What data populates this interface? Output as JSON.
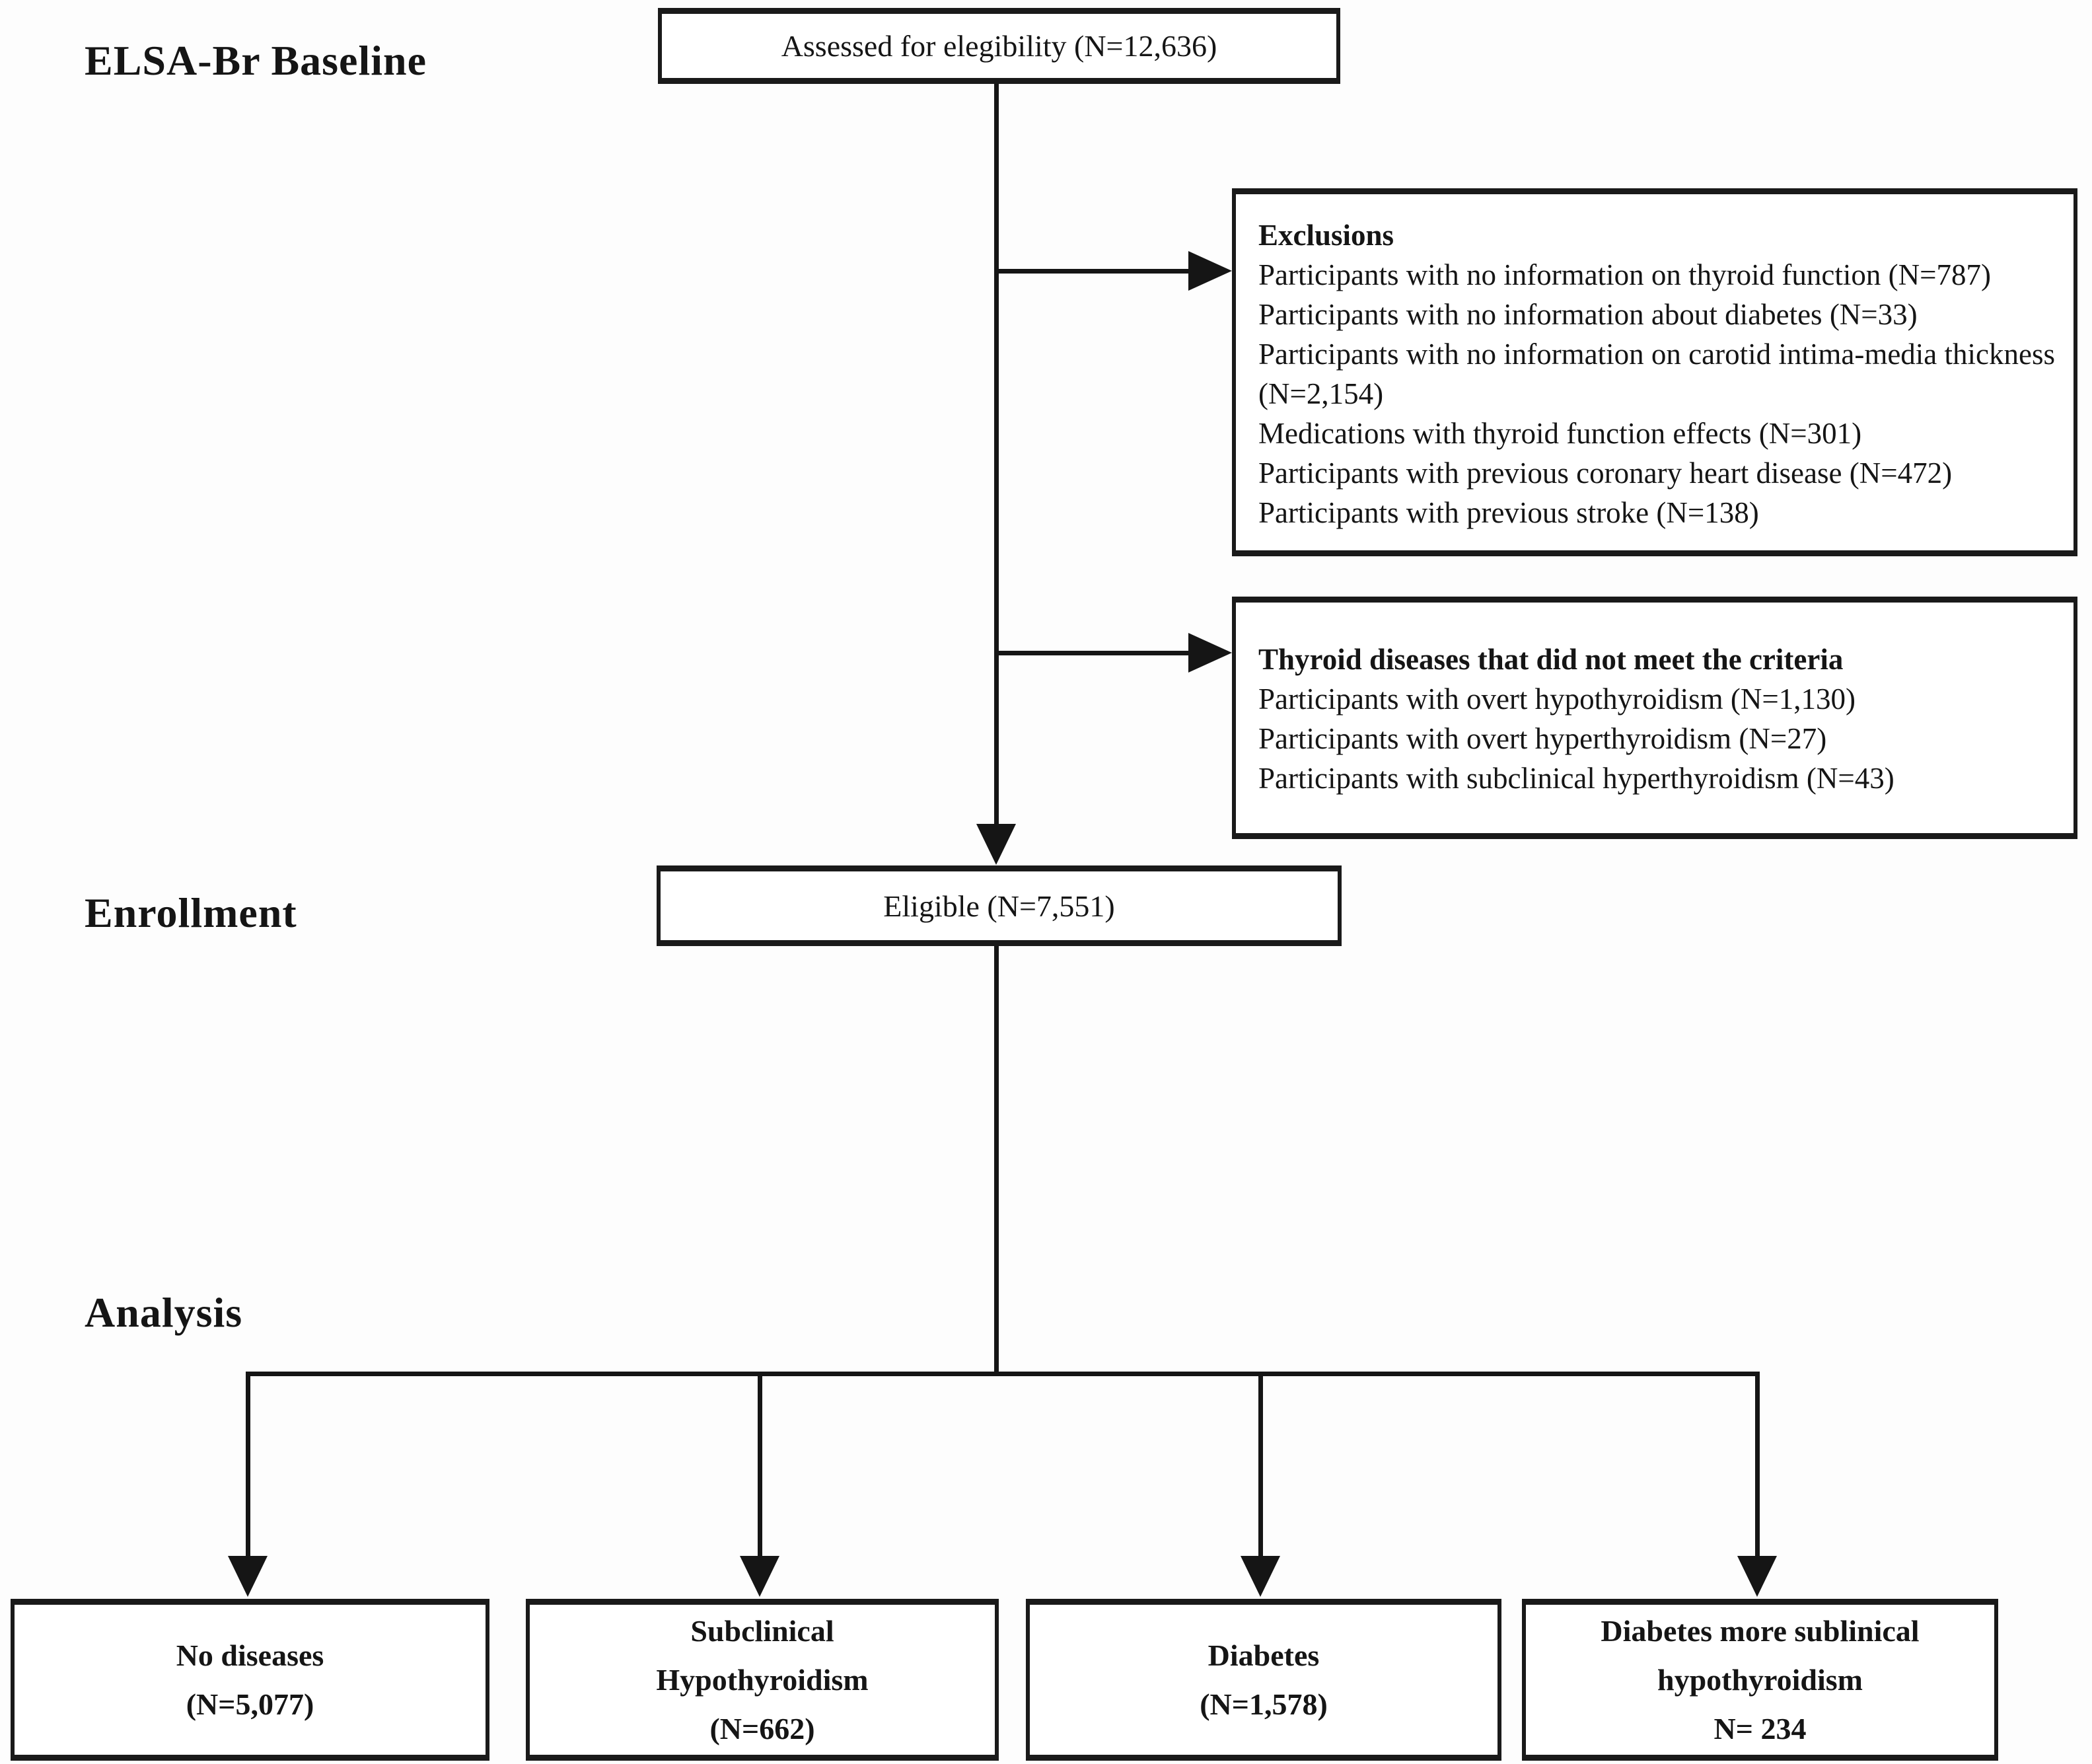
{
  "stages": {
    "baseline_label": "ELSA-Br Baseline",
    "enrollment_label": "Enrollment",
    "analysis_label": "Analysis"
  },
  "flow": {
    "assessed_box": {
      "text": "Assessed for elegibility (N=12,636)"
    },
    "exclusions_box": {
      "title": "Exclusions",
      "items": [
        "Participants with no information on thyroid function (N=787)",
        "Participants with no information about diabetes (N=33)",
        "Participants with no information on carotid intima-media thickness (N=2,154)",
        "Medications with thyroid function effects (N=301)",
        "Participants with previous coronary heart disease (N=472)",
        "Participants with previous stroke (N=138)"
      ]
    },
    "thyroid_box": {
      "title": "Thyroid diseases that did not meet the criteria",
      "items": [
        "Participants with overt hypothyroidism (N=1,130)",
        "Participants with overt hyperthyroidism (N=27)",
        "Participants with subclinical hyperthyroidism (N=43)"
      ]
    },
    "eligible_box": {
      "text": "Eligible (N=7,551)"
    },
    "analysis_boxes": [
      {
        "text": "No diseases\n(N=5,077)"
      },
      {
        "text": "Subclinical\nHypothyroidism\n(N=662)"
      },
      {
        "text": "Diabetes\n(N=1,578)"
      },
      {
        "text": "Diabetes more sublinical\nhypothyroidism\nN= 234"
      }
    ]
  },
  "colors": {
    "ink": "#151515",
    "box_border": "#1a1a1a",
    "box_background": "#ffffff",
    "page_background": "#fdfdfd"
  }
}
